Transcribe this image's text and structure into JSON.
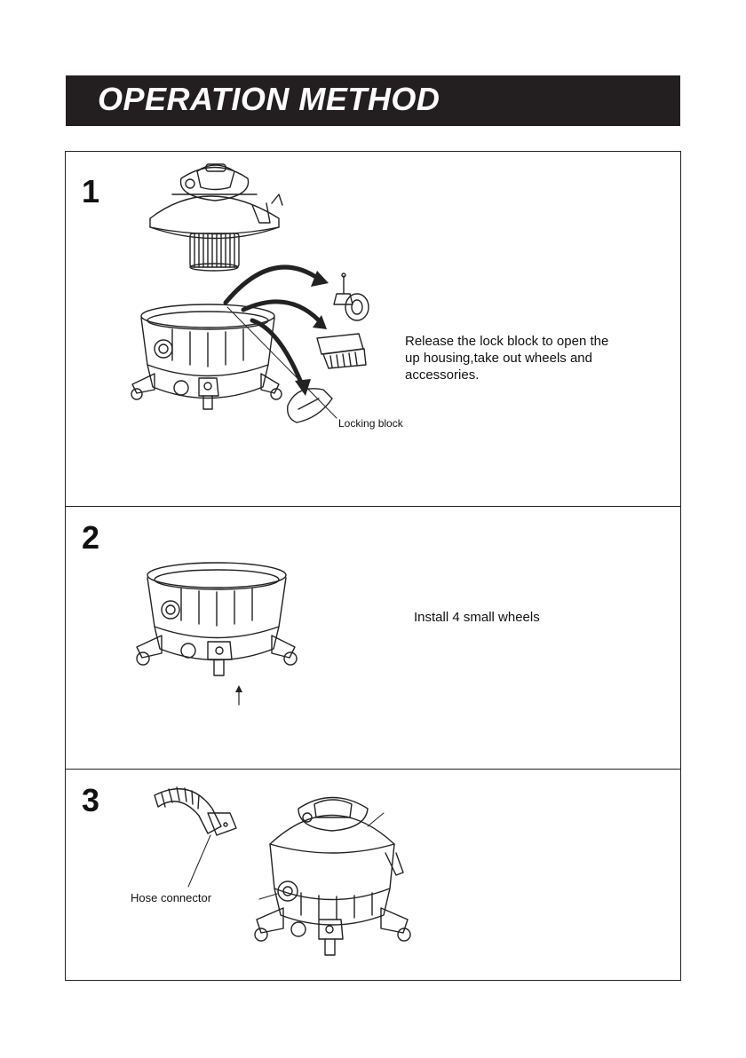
{
  "banner": {
    "title": "OPERATION METHOD"
  },
  "steps": [
    {
      "number": "1",
      "caption_lines": [
        "Release the lock block to open the",
        "up housing,take out wheels and",
        "accessories."
      ],
      "label": "Locking block"
    },
    {
      "number": "2",
      "caption_lines": [
        "Install 4 small wheels"
      ]
    },
    {
      "number": "3",
      "label": "Hose connector"
    }
  ]
}
